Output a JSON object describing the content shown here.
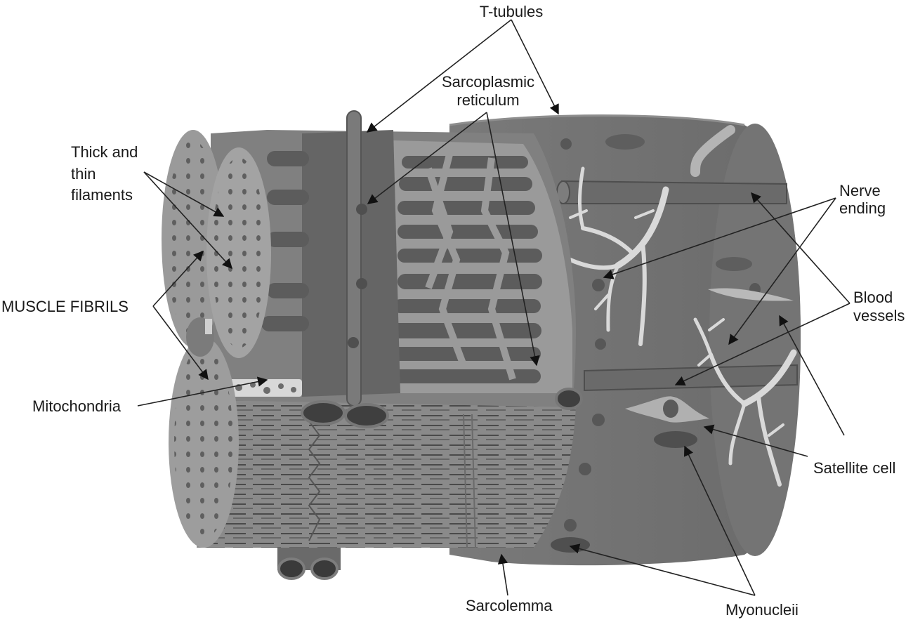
{
  "labels": {
    "t_tubules": "T-tubules",
    "sarcoplasmic_1": "Sarcoplasmic",
    "sarcoplasmic_2": "reticulum",
    "thick_1": "Thick and",
    "thick_2": "thin",
    "thick_3": "filaments",
    "muscle_fibrils": "MUSCLE FIBRILS",
    "mitochondria": "Mitochondria",
    "nerve_1": "Nerve",
    "nerve_2": "ending",
    "blood_1": "Blood",
    "blood_2": "vessels",
    "satellite": "Satellite cell",
    "sarcolemma": "Sarcolemma",
    "myonucleii": "Myonucleii"
  },
  "colors": {
    "fiber_dark": "#6e6e6e",
    "fiber_mid": "#858585",
    "fiber_light": "#a9a9a9",
    "nerve": "#d9d9d9"
  }
}
